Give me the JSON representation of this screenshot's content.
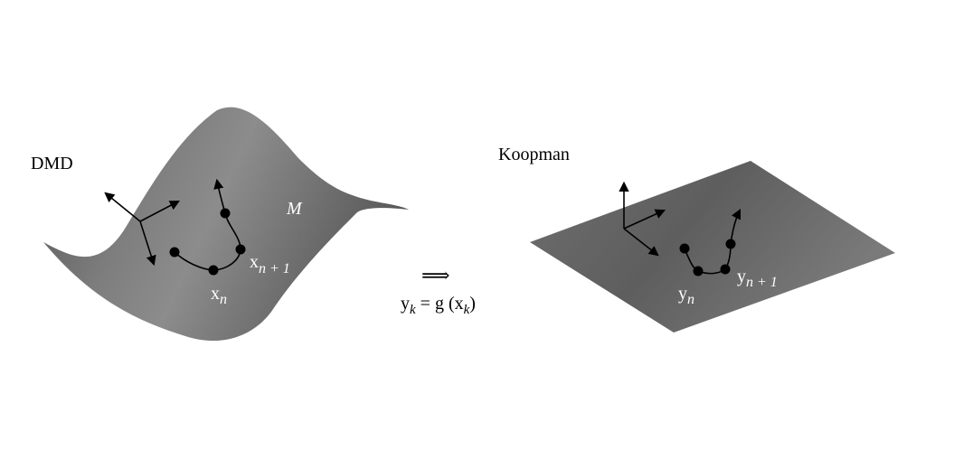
{
  "left_panel": {
    "title": "DMD",
    "manifold_label": "M",
    "state_label": "x",
    "state_label_sub": "n",
    "next_state_label": "x",
    "next_state_label_sub": "n + 1"
  },
  "center": {
    "arrow_glyph": "⟹",
    "eq_lhs": "y",
    "eq_lhs_sub": "k",
    "eq_mid": " = g (x",
    "eq_rhs_sub": "k",
    "eq_close": ")"
  },
  "right_panel": {
    "title": "Koopman",
    "state_label": "y",
    "state_label_sub": "n",
    "next_state_label": "y",
    "next_state_label_sub": "n + 1"
  },
  "colors": {
    "surface_light": "#9a9a9a",
    "surface_mid": "#7a7a7a",
    "surface_dark": "#555555",
    "ink": "#000000",
    "label_on_surface": "#ffffff"
  }
}
